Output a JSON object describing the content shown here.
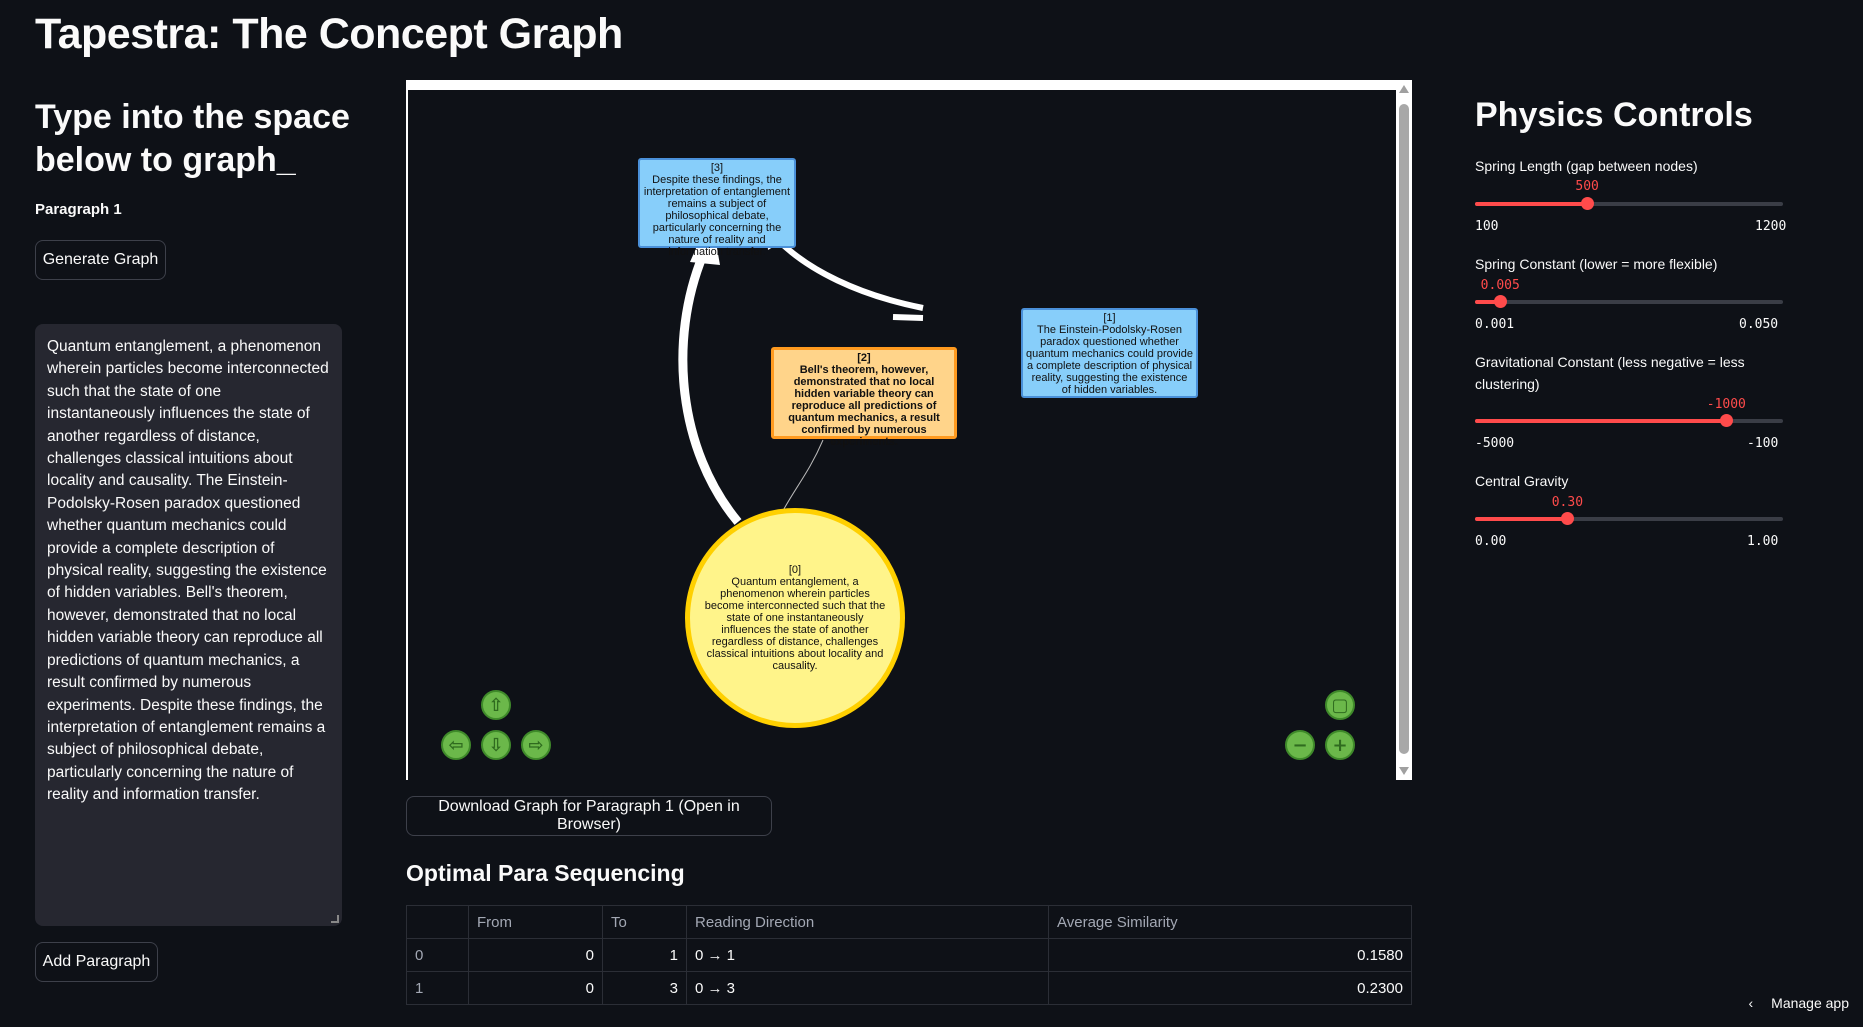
{
  "app": {
    "title": "Tapestra: The Concept Graph"
  },
  "left": {
    "heading": "Type into the space below to graph_",
    "paragraph_label": "Paragraph 1",
    "generate_button": "Generate Graph",
    "text_value": "Quantum entanglement, a phenomenon wherein particles become interconnected such that the state of one instantaneously influences the state of another regardless of distance, challenges classical intuitions about locality and causality. The Einstein-Podolsky-Rosen paradox questioned whether quantum mechanics could provide a complete description of physical reality, suggesting the existence of hidden variables. Bell's theorem, however, demonstrated that no local hidden variable theory can reproduce all predictions of quantum mechanics, a result confirmed by numerous experiments. Despite these findings, the interpretation of entanglement remains a subject of philosophical debate, particularly concerning the nature of reality and information transfer.",
    "add_button": "Add Paragraph"
  },
  "graph": {
    "nodes": {
      "n0": {
        "id": "[0]",
        "text": "Quantum entanglement, a phenomenon wherein particles become interconnected such that the state of one instantaneously influences the state of another regardless of distance, challenges classical intuitions about locality and causality."
      },
      "n1": {
        "id": "[1]",
        "text": "The Einstein-Podolsky-Rosen paradox questioned whether quantum mechanics could provide a complete description of physical reality, suggesting the existence of hidden variables."
      },
      "n2": {
        "id": "[2]",
        "text": "Bell's theorem, however, demonstrated that no local hidden variable theory can reproduce all predictions of quantum mechanics, a result confirmed by numerous experiments."
      },
      "n3": {
        "id": "[3]",
        "text": "Despite these findings, the interpretation of entanglement remains a subject of philosophical debate, particularly concerning the nature of reality and information transfer."
      }
    },
    "node_colors": {
      "box_fill": "#87cefa",
      "highlight_fill": "#ffd48a",
      "circle_fill": "#fff48a",
      "edge": "#ffffff",
      "nav_button": "#6bb84a"
    },
    "nav_icons": [
      "arrow-up-icon",
      "arrow-left-icon",
      "arrow-down-icon",
      "arrow-right-icon",
      "fit-icon",
      "zoom-out-icon",
      "zoom-in-icon"
    ]
  },
  "download_button": "Download Graph for Paragraph 1 (Open in Browser)",
  "sequencing": {
    "title": "Optimal Para Sequencing",
    "columns": [
      "",
      "From",
      "To",
      "Reading Direction",
      "Average Similarity"
    ],
    "rows": [
      {
        "index": "0",
        "from": "0",
        "to": "1",
        "direction": "0 → 1",
        "similarity": "0.1580"
      },
      {
        "index": "1",
        "from": "0",
        "to": "3",
        "direction": "0 → 3",
        "similarity": "0.2300"
      }
    ]
  },
  "physics": {
    "title": "Physics Controls",
    "sliders": [
      {
        "label": "Spring Length (gap between nodes)",
        "value": "500",
        "min": "100",
        "max": "1200",
        "fraction": 0.364
      },
      {
        "label": "Spring Constant (lower = more flexible)",
        "value": "0.005",
        "min": "0.001",
        "max": "0.050",
        "fraction": 0.082
      },
      {
        "label": "Gravitational Constant (less negative = less clustering)",
        "value": "-1000",
        "min": "-5000",
        "max": "-100",
        "fraction": 0.816
      },
      {
        "label": "Central Gravity",
        "value": "0.30",
        "min": "0.00",
        "max": "1.00",
        "fraction": 0.3
      }
    ]
  },
  "footer": {
    "manage_app": "Manage app"
  },
  "colors": {
    "accent": "#ff4b4b",
    "background": "#0e1117",
    "input_bg": "#262730"
  }
}
